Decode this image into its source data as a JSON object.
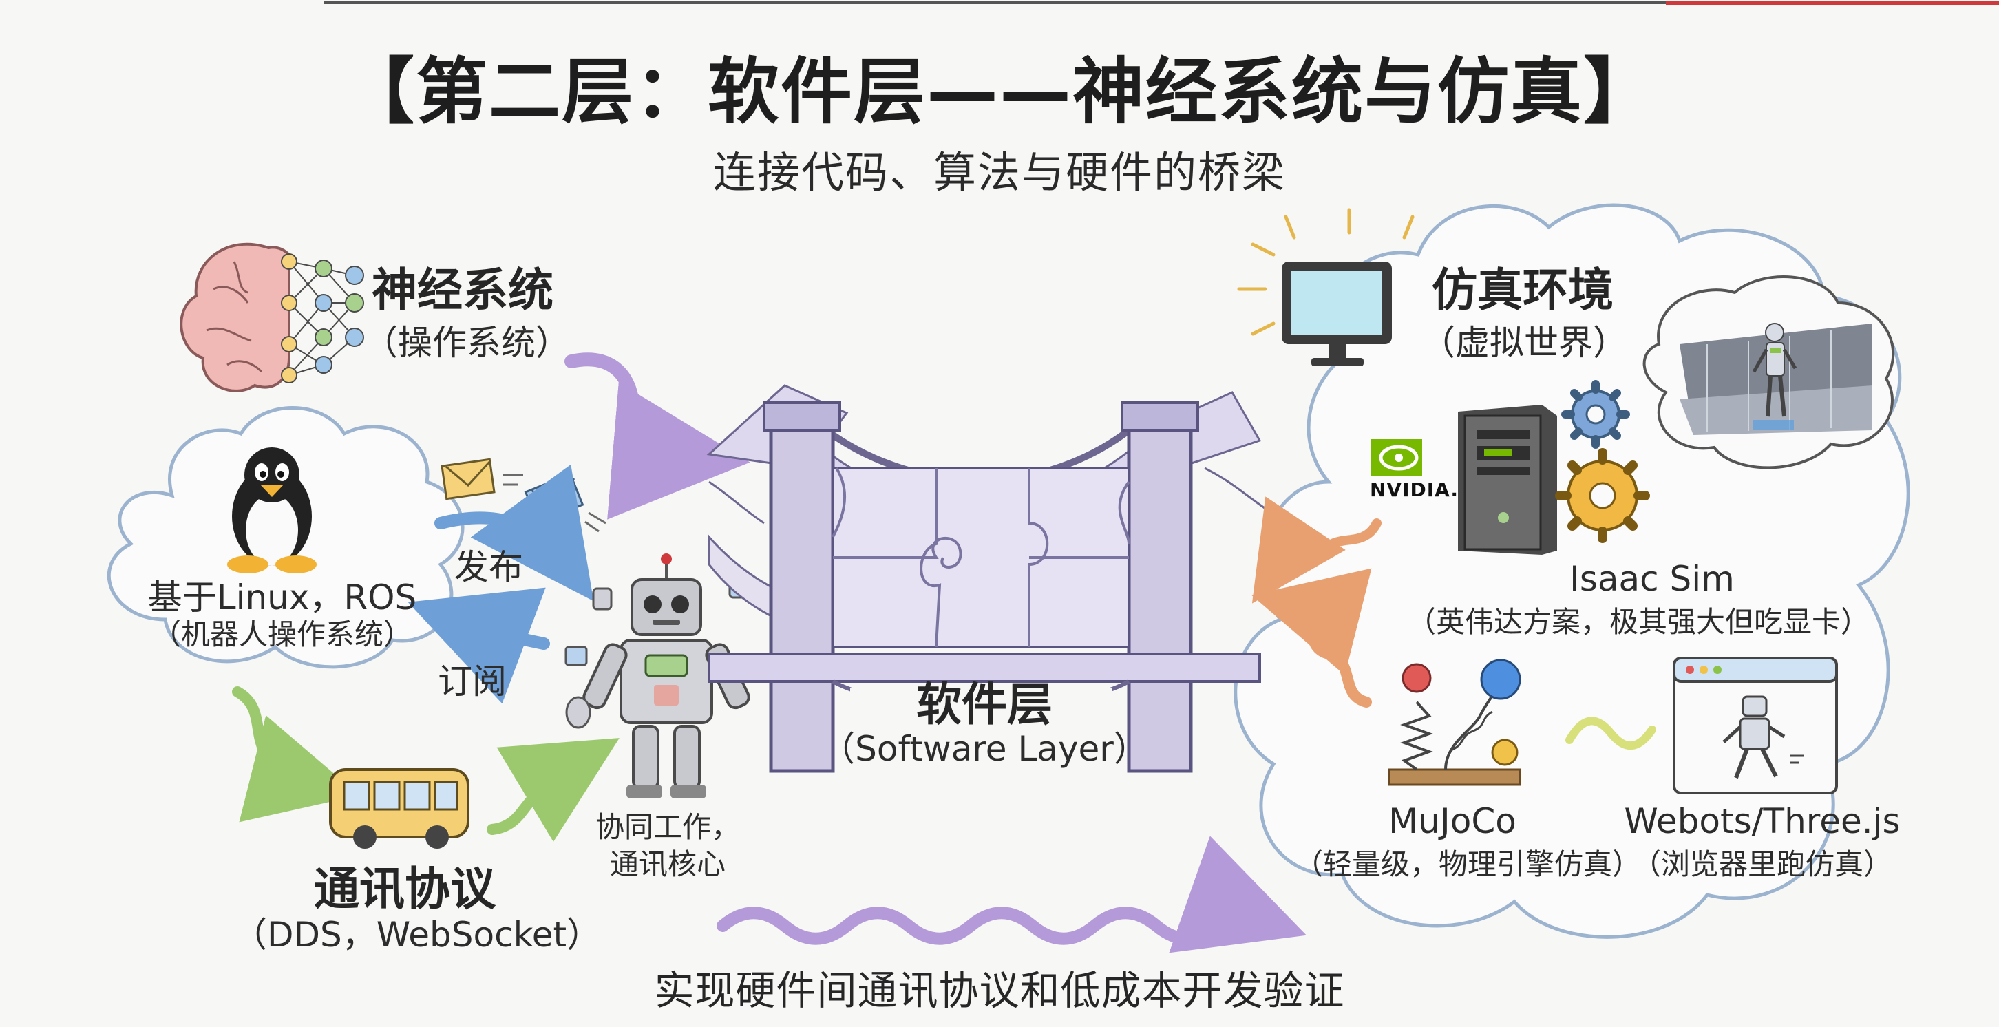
{
  "title": "【第二层：软件层——神经系统与仿真】",
  "subtitle": "连接代码、算法与硬件的桥梁",
  "left": {
    "nervous": {
      "title": "神经系统",
      "sub": "（操作系统）"
    },
    "linux": {
      "title": "基于Linux，ROS",
      "sub": "（机器人操作系统）"
    },
    "publish": "发布",
    "subscribe": "订阅",
    "comm": {
      "title": "通讯协议",
      "sub": "（DDS，WebSocket）"
    },
    "robot_caption": [
      "协同工作，",
      "通讯核心"
    ]
  },
  "center": {
    "title": "软件层",
    "sub": "（Software Layer）"
  },
  "right": {
    "sim": {
      "title": "仿真环境",
      "sub": "（虚拟世界）"
    },
    "nvidia_logo": "NVIDIA.",
    "isaac": {
      "title": "Isaac Sim",
      "sub": "（英伟达方案，极其强大但吃显卡）"
    },
    "mujoco": {
      "title": "MuJoCo",
      "sub": "（轻量级，物理引擎仿真）"
    },
    "webots": {
      "title": "Webots/Three.js",
      "sub": "（浏览器里跑仿真）"
    }
  },
  "bottom": "实现硬件间通讯协议和低成本开发验证",
  "icons": [
    "brain-network-icon",
    "linux-penguin-icon",
    "envelope-icon",
    "bus-icon",
    "robot-icon",
    "bridge-icon",
    "monitor-icon",
    "server-tower-icon",
    "gear-icon",
    "spring-pendulum-icon",
    "browser-window-icon",
    "thought-bubble-icon"
  ],
  "colors": {
    "purple_arrow": "#b49ad8",
    "blue_arrow": "#6e9fd6",
    "green_arrow": "#9cc96e",
    "orange_wave": "#e8a070",
    "bridge": "#c9c3e0",
    "nvidia_green": "#76b900"
  }
}
